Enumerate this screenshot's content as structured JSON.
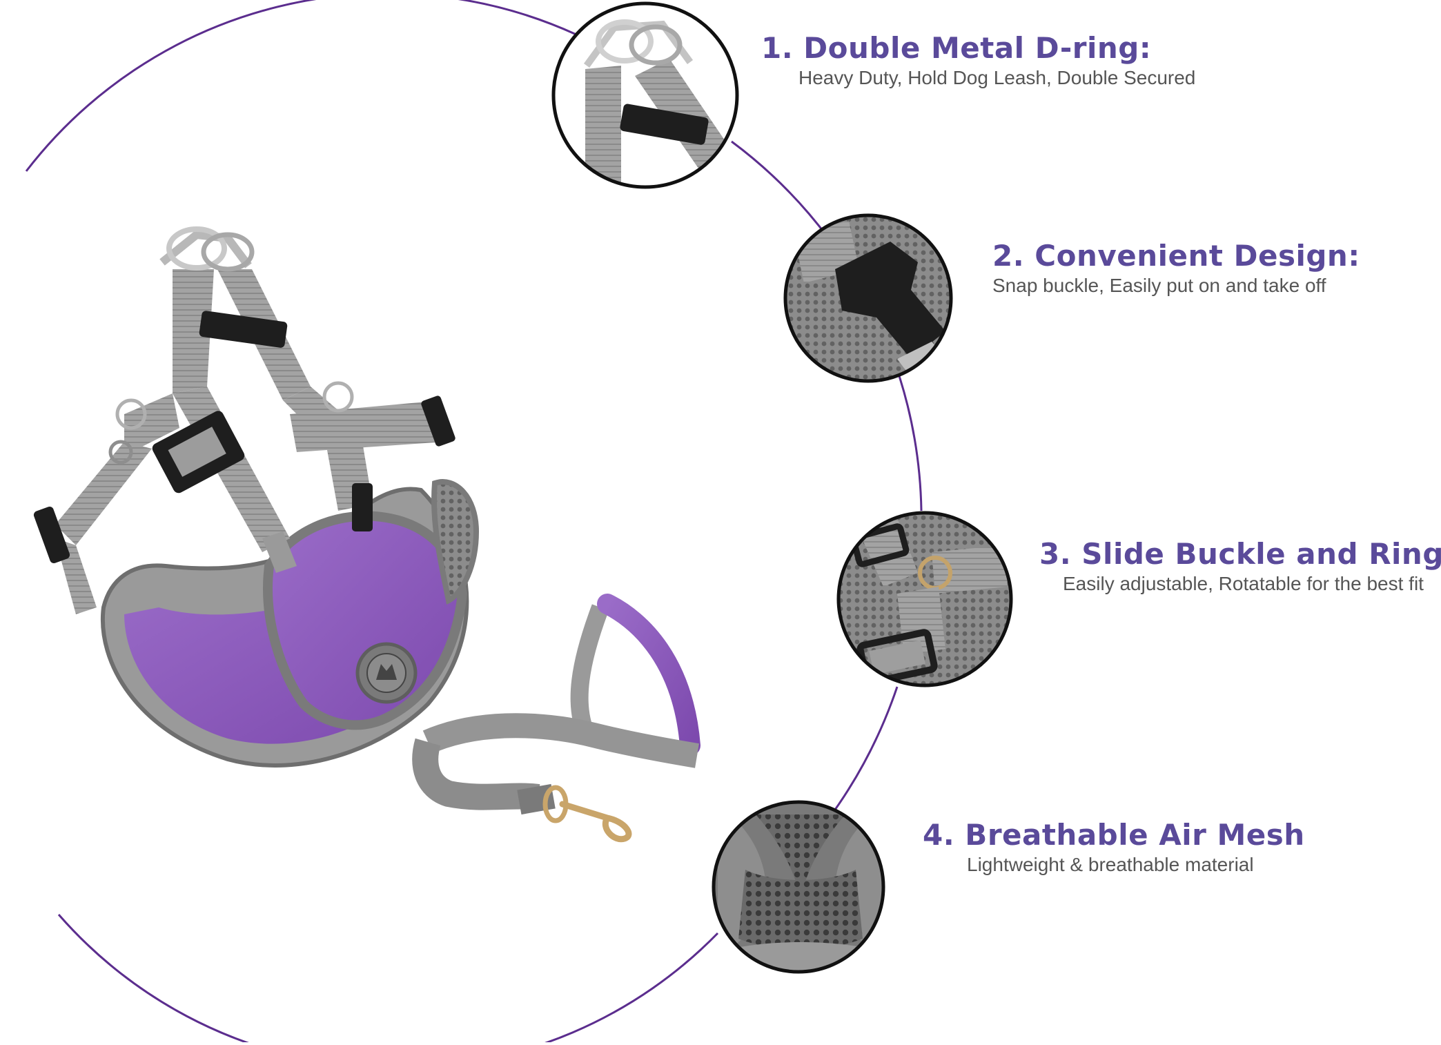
{
  "colors": {
    "accent": "#5a4a9a",
    "arc": "#5b2d8e",
    "strap_gray": "#9a9a9a",
    "strap_dark": "#6e6e6e",
    "mesh_purple": "#8a5ab8",
    "buckle_black": "#1e1e1e",
    "desc_text": "#555555"
  },
  "features": [
    {
      "title": "1. Double Metal D-ring:",
      "description": "Heavy Duty, Hold Dog Leash, Double Secured",
      "icon": "d-ring-closeup-icon"
    },
    {
      "title": "2. Convenient Design:",
      "description": "Snap buckle, Easily put on and take off",
      "icon": "snap-buckle-closeup-icon"
    },
    {
      "title": "3. Slide Buckle and Ring",
      "description": "Easily adjustable, Rotatable for the best fit",
      "icon": "slide-buckle-closeup-icon"
    },
    {
      "title": "4. Breathable Air Mesh",
      "description": "Lightweight & breathable material",
      "icon": "air-mesh-closeup-icon"
    }
  ],
  "product": {
    "harness_icon": "dog-harness-icon",
    "leash_icon": "dog-leash-icon"
  }
}
